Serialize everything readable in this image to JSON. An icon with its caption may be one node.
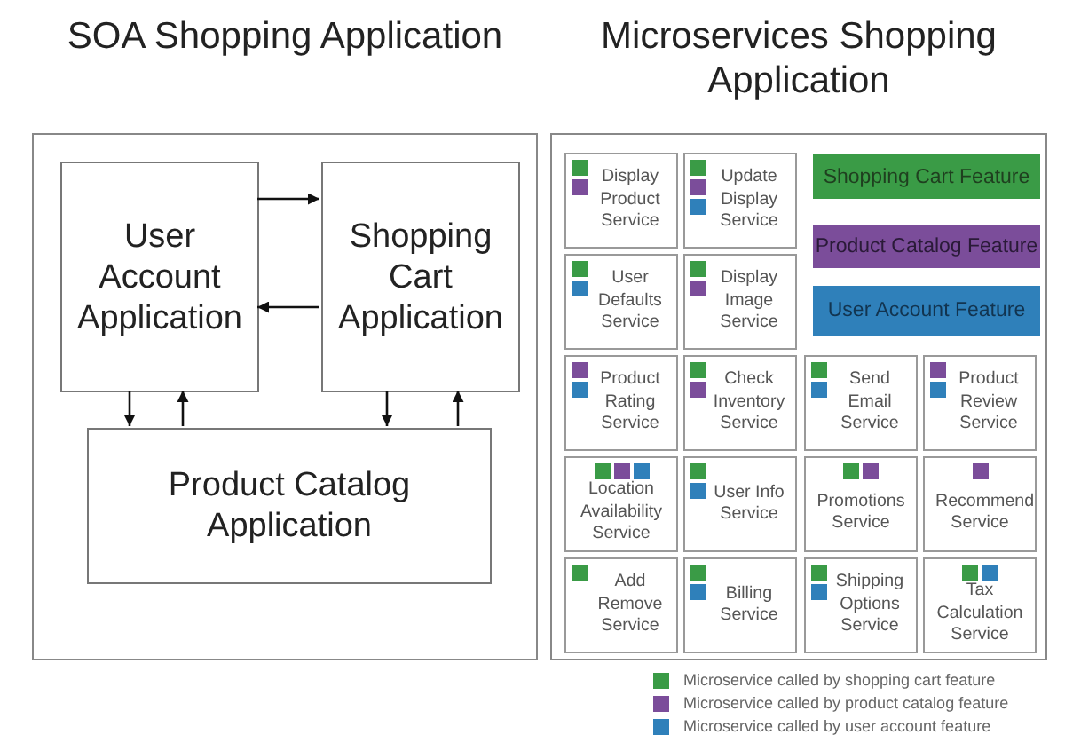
{
  "diagram": {
    "nodes": [
      {
        "text": [
          "SOA Shopping Application"
        ]
      },
      {
        "text": [
          "User Account Application"
        ],
        "in": 0
      },
      {
        "text": [
          "Shopping Cart Application"
        ],
        "in": 0
      },
      {
        "text": [
          "Product Catalog Application"
        ],
        "in": 0
      },
      {
        "text": [
          "Microservices Shopping Application"
        ]
      },
      {
        "text": [
          "Display Product Service"
        ],
        "in": 4
      },
      {
        "text": [
          "Update Display Service"
        ],
        "in": 4
      },
      {
        "text": [
          "Shopping Cart Feature"
        ],
        "in": 4
      },
      {
        "text": [
          "Product Catalog Feature"
        ],
        "in": 4
      },
      {
        "text": [
          "User Defaults Service"
        ],
        "in": 4
      },
      {
        "text": [
          "Display Image Service"
        ],
        "in": 4
      },
      {
        "text": [
          "User Account Feature"
        ],
        "in": 4
      },
      {
        "text": [
          "Product Rating Service"
        ],
        "in": 4
      },
      {
        "text": [
          "Check Inventory Service"
        ],
        "in": 4
      },
      {
        "text": [
          "Send Email Service"
        ],
        "in": 4
      },
      {
        "text": [
          "Product Review Service"
        ],
        "in": 4
      },
      {
        "text": [
          "Location Availability Service"
        ],
        "in": 4
      },
      {
        "text": [
          "User Info Service"
        ],
        "in": 4
      },
      {
        "text": [
          "Promotions Service"
        ],
        "in": 4
      },
      {
        "text": [
          "Recommend Service"
        ],
        "in": 4
      },
      {
        "text": [
          "Add Remove Service"
        ],
        "in": 4
      },
      {
        "text": [
          "Billing Service"
        ],
        "in": 4
      },
      {
        "text": [
          "Shipping Options Service"
        ],
        "in": 4
      },
      {
        "text": [
          "Tax Calculation Service"
        ],
        "in": 4
      }
    ],
    "edges": [
      {
        "from": 1,
        "to": 2,
        "arrow": "to"
      },
      {
        "from": 2,
        "to": 1,
        "arrow": "to"
      },
      {
        "from": 1,
        "to": 3,
        "arrow": "to"
      },
      {
        "from": 3,
        "to": 1,
        "arrow": "to"
      },
      {
        "from": 2,
        "to": 3,
        "arrow": "to"
      },
      {
        "from": 3,
        "to": 2,
        "arrow": "to"
      }
    ],
    "legend": [
      {
        "text": "Microservice called by shopping cart feature",
        "color": "#3a9b46"
      },
      {
        "text": "Microservice called by product catalog feature",
        "color": "#7b4d9a"
      },
      {
        "text": "Microservice called by user account feature",
        "color": "#2f80ba"
      }
    ]
  }
}
